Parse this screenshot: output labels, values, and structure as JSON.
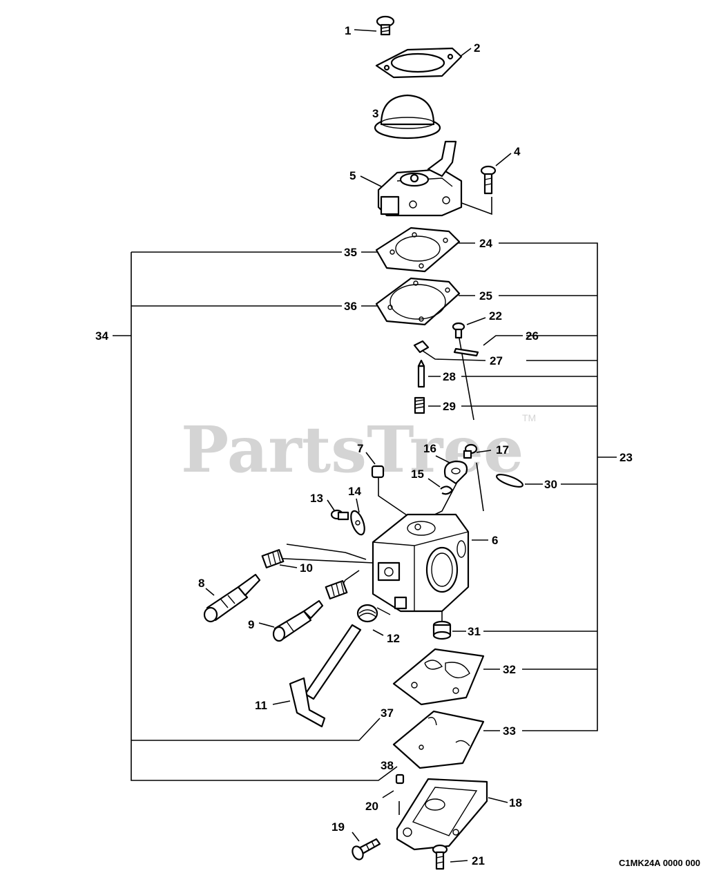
{
  "diagram": {
    "watermark": "PartsTree",
    "watermark_mark": "TM",
    "code": "C1MK24A 0000 000",
    "callouts": [
      "1",
      "2",
      "3",
      "4",
      "5",
      "6",
      "7",
      "8",
      "9",
      "10",
      "11",
      "12",
      "13",
      "14",
      "15",
      "16",
      "17",
      "18",
      "19",
      "20",
      "21",
      "22",
      "23",
      "24",
      "25",
      "26",
      "27",
      "28",
      "29",
      "30",
      "31",
      "32",
      "33",
      "34",
      "35",
      "36",
      "37",
      "38"
    ]
  }
}
